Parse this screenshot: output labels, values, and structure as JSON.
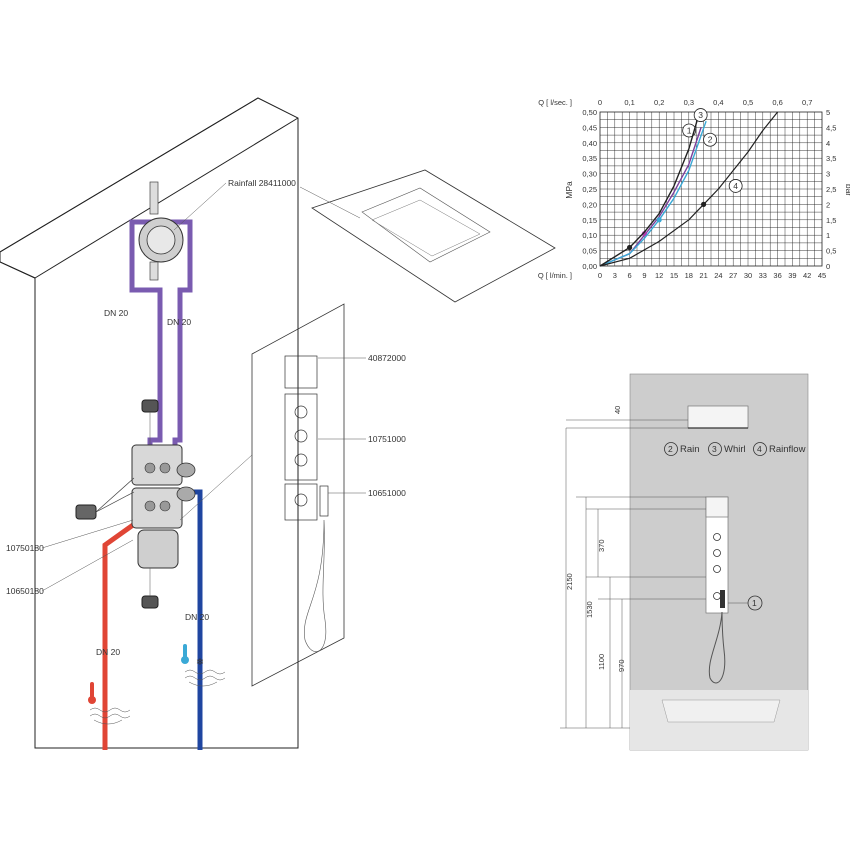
{
  "install": {
    "rainfall_label": "Rainfall 28411000",
    "dn_top_left": "DN 20",
    "dn_top_right": "DN 20",
    "dn_bottom_left": "DN 20",
    "dn_bottom_right": "DN 20",
    "part_top": "40872000",
    "part_mid": "10751000",
    "part_low": "10651000",
    "part_left_upper": "10750180",
    "part_left_lower": "10650180",
    "pipe_hot_color": "#e04535",
    "pipe_cold_color": "#1f45a0",
    "pipe_mix_color": "#7a5bb0"
  },
  "dimensions": {
    "d40": "40",
    "d370": "370",
    "d2150": "2150",
    "d1530": "1530",
    "d1100": "1100",
    "d970": "970",
    "callout_1": "1",
    "legend": [
      {
        "num": "2",
        "label": "Rain"
      },
      {
        "num": "3",
        "label": "Whirl"
      },
      {
        "num": "4",
        "label": "Rainflow"
      }
    ]
  },
  "chart_data": {
    "type": "line",
    "top_axis_label": "Q [ l/sec. ]",
    "bottom_axis_label": "Q [ l/min. ]",
    "left_axis_label": "MPa",
    "right_axis_label": "bar",
    "x_top_ticks": [
      "0",
      "0,1",
      "0,2",
      "0,3",
      "0,4",
      "0,5",
      "0,6",
      "0,7"
    ],
    "x_bottom_ticks": [
      "0",
      "3",
      "6",
      "9",
      "12",
      "15",
      "18",
      "21",
      "24",
      "27",
      "30",
      "33",
      "36",
      "39",
      "42",
      "45"
    ],
    "y_left_ticks": [
      "0,00",
      "0,05",
      "0,10",
      "0,15",
      "0,20",
      "0,25",
      "0,30",
      "0,35",
      "0,40",
      "0,45",
      "0,50"
    ],
    "y_right_ticks": [
      "0",
      "0,5",
      "1",
      "1,5",
      "2",
      "2,5",
      "3",
      "3,5",
      "4",
      "4,5",
      "5"
    ],
    "xlim": [
      0,
      45
    ],
    "ylim": [
      0,
      0.5
    ],
    "grid": true,
    "series": [
      {
        "name": "1",
        "color": "#7a3f9b",
        "x": [
          0,
          6,
          9,
          12,
          15,
          18,
          20.5
        ],
        "y": [
          0,
          0.04,
          0.1,
          0.16,
          0.24,
          0.33,
          0.45
        ],
        "marker": [
          9,
          0.105
        ]
      },
      {
        "name": "2",
        "color": "#3aa9d6",
        "x": [
          0,
          6,
          9,
          12,
          15,
          18,
          21.5
        ],
        "y": [
          0,
          0.04,
          0.09,
          0.15,
          0.22,
          0.31,
          0.47
        ],
        "marker": [
          12,
          0.15
        ]
      },
      {
        "name": "3",
        "color": "#222222",
        "x": [
          0,
          6,
          9,
          12,
          15,
          18,
          20
        ],
        "y": [
          0,
          0.06,
          0.11,
          0.17,
          0.26,
          0.38,
          0.49
        ],
        "marker": [
          6,
          0.06
        ]
      },
      {
        "name": "4",
        "color": "#222222",
        "x": [
          0,
          6,
          12,
          18,
          21,
          24,
          27,
          30,
          33,
          36
        ],
        "y": [
          0,
          0.025,
          0.08,
          0.15,
          0.2,
          0.25,
          0.31,
          0.37,
          0.44,
          0.5
        ],
        "marker": [
          21,
          0.2
        ]
      }
    ],
    "curve_labels": [
      "1",
      "2",
      "3",
      "4"
    ]
  }
}
